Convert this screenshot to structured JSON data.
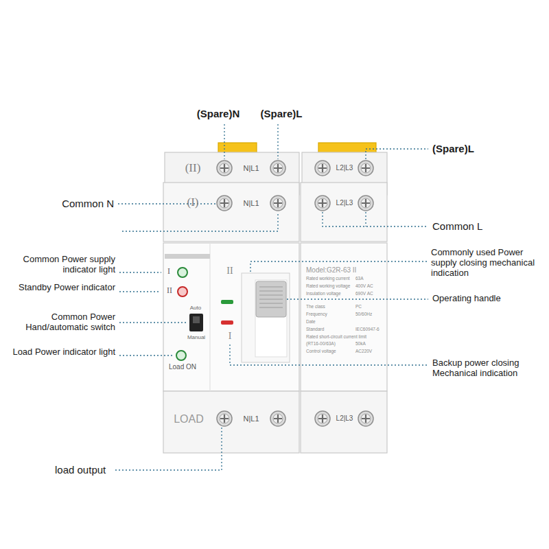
{
  "diagram": {
    "labels": [
      "(Spare)N",
      "(Spare)L",
      "(Spare)L",
      "(II)",
      "N|L1",
      "L2|L3",
      "Common N",
      "(I)",
      "N|L1",
      "L2|L3",
      "Common L",
      "Commonly used Power supply closing mechanical indication",
      "Model:G2R-63 II",
      "Common Power supply indicator light",
      "I",
      "II",
      "Standby Power indicator",
      "Auto",
      "Common Power Hand/automatic switch",
      "Manual",
      "Load Power indicator light",
      "Load ON",
      "II",
      "Operating handle",
      "I",
      "Backup power closing Mechanical indication",
      "Rated working current",
      "63A",
      "Rated working voltage",
      "400V AC",
      "Insulation voltage",
      "690V AC",
      "The class",
      "PC",
      "Frequency",
      "50/60Hz",
      "Date",
      "Standard",
      "IEC60947-6",
      "Rated short-circuit current limit",
      "(RT16-00/63A)",
      "50kA",
      "Control voltage",
      "AC220V",
      "LOAD",
      "N|L1",
      "L2|L3",
      "load output"
    ]
  }
}
